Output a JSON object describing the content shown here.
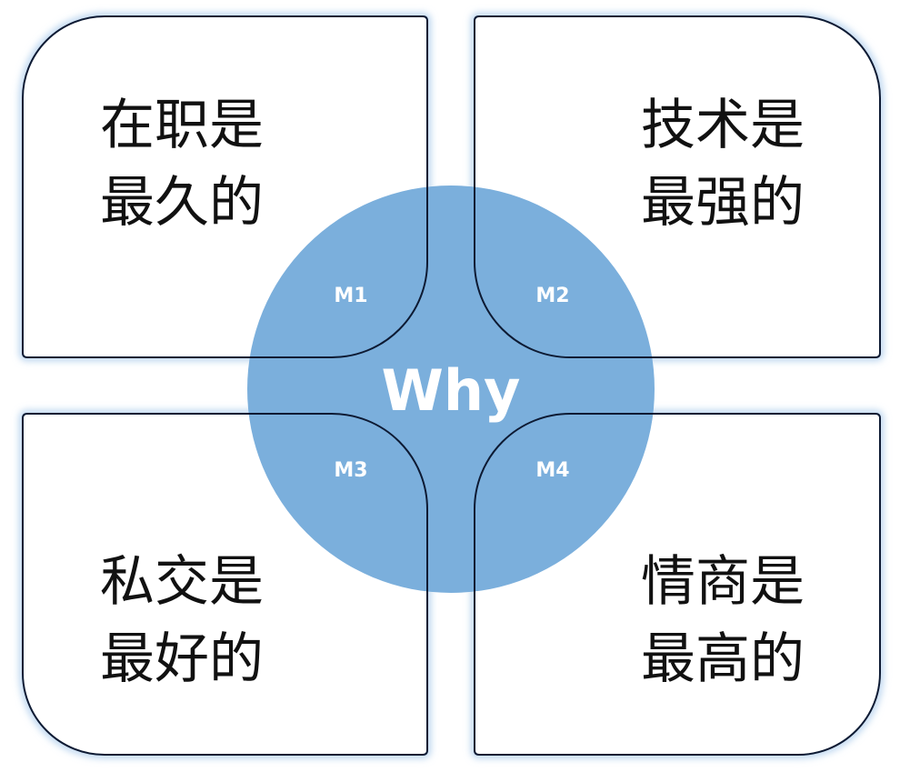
{
  "center": {
    "label": "Why"
  },
  "colors": {
    "circle": "#7bafdc",
    "box_stroke": "#0d1a33",
    "glow": "#c6dcf2"
  },
  "quadrants": [
    {
      "tag": "M1",
      "lines": [
        "在职是",
        "最久的"
      ]
    },
    {
      "tag": "M2",
      "lines": [
        "技术是",
        "最强的"
      ]
    },
    {
      "tag": "M3",
      "lines": [
        "私交是",
        "最好的"
      ]
    },
    {
      "tag": "M4",
      "lines": [
        "情商是",
        "最高的"
      ]
    }
  ]
}
